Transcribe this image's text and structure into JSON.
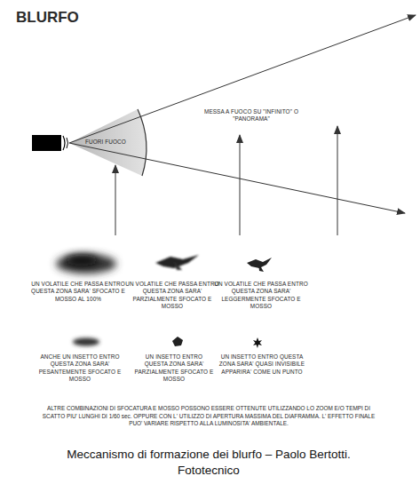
{
  "diagram": {
    "title": "BLURFO",
    "caption": "Meccanismo di formazione dei blurfo – Paolo Bertotti. Fototecnico",
    "labels": [
      "FUORI FUOCO",
      "MESSA A FUOCO SU \"INFINITO\" O \"PANORAMA\"",
      "UN VOLATILE CHE PASSA ENTRO QUESTA ZONA SARA' SFOCATO E MOSSO AL 100%",
      "UN VOLATILE CHE PASSA ENTRO QUESTA ZONA SARA' PARZIALMENTE SFOCATO E MOSSO",
      "UN VOLATILE CHE PASSA ENTRO QUESTA ZONA SARA' LEGGERMENTE SFOCATO E MOSSO",
      "ANCHE UN INSETTO ENTRO QUESTA ZONA SARA' PESANTEMENTE SFOCATO E MOSSO",
      "UN INSETTO ENTRO QUESTA ZONA SARA' PARZIALMENTE SFOCATO E MOSSO",
      "UN INSETTO ENTRO QUESTA ZONA SARA' QUASI INVISIBILE APPARIRA' COME UN PUNTO",
      "ALTRE COMBINAZIONI DI SFOCATURA E MOSSO POSSONO ESSERE OTTENUTE UTILIZZANDO LO ZOOM E/O TEMPI DI SCATTO PIU' LUNGHI DI 1/60 sec. OPPURE CON L' UTILIZZO DI APERTURA MASSIMA DEL DIAFRAMMA. L' EFFETTO FINALE PUO' VARIARE RISPETTO ALLA LUMINOSITA' AMBIENTALE."
    ]
  }
}
